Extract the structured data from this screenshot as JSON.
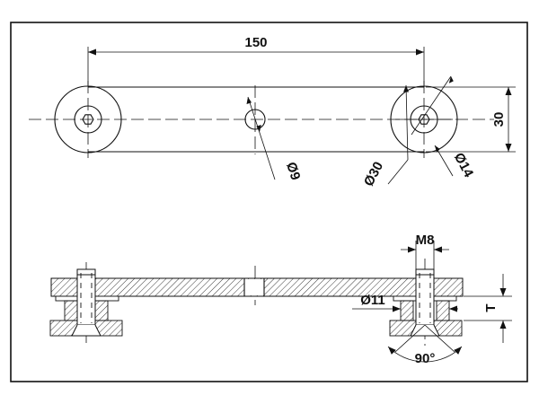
{
  "drawing": {
    "top_view": {
      "length_label": "150",
      "height_label": "30",
      "hole_small_label": "Ø9",
      "boss_dia_label": "Ø30",
      "inner_dia_label": "Ø14"
    },
    "section_view": {
      "thread_label": "M8",
      "bore_label": "Ø11",
      "thickness_label": "T",
      "angle_label": "90°"
    }
  }
}
